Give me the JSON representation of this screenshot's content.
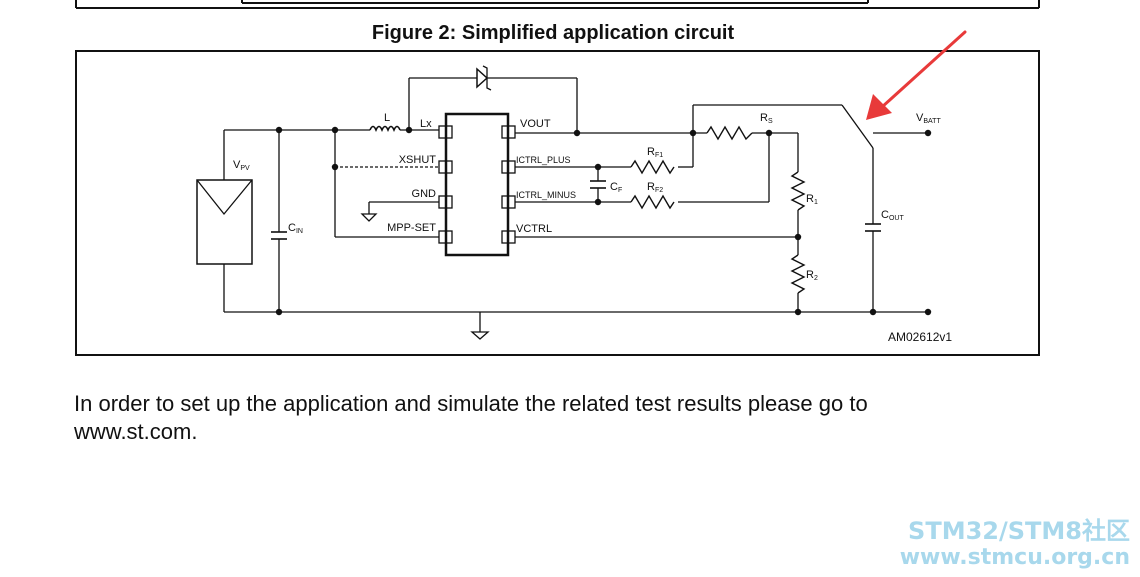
{
  "figure": {
    "title": "Figure 2: Simplified application circuit",
    "reference_code": "AM02612v1"
  },
  "circuit": {
    "labels": {
      "l": "L",
      "lx": "Lx",
      "vout": "VOUT",
      "xshut": "XSHUT",
      "ictrl_plus": "ICTRL_PLUS",
      "gnd": "GND",
      "ictrl_minus": "ICTRL_MINUS",
      "mpp_set": "MPP-SET",
      "vctrl": "VCTRL",
      "vpv": {
        "main": "V",
        "sub": "PV"
      },
      "cin": {
        "main": "C",
        "sub": "IN"
      },
      "rs": {
        "main": "R",
        "sub": "S"
      },
      "rf1": {
        "main": "R",
        "sub": "F1"
      },
      "rf2": {
        "main": "R",
        "sub": "F2"
      },
      "cf": {
        "main": "C",
        "sub": "F"
      },
      "r1": {
        "main": "R",
        "sub": "1"
      },
      "r2": {
        "main": "R",
        "sub": "2"
      },
      "cout": {
        "main": "C",
        "sub": "OUT"
      },
      "vbatt": {
        "main": "V",
        "sub": "BATT"
      }
    }
  },
  "annotation": {
    "arrow_color": "#e83a3a"
  },
  "body_text": "In order to set up the application and simulate the related test results please go to www.st.com.",
  "watermark": {
    "line1": "STM32/STM8社区",
    "line2": "www.stmcu.org.cn"
  }
}
